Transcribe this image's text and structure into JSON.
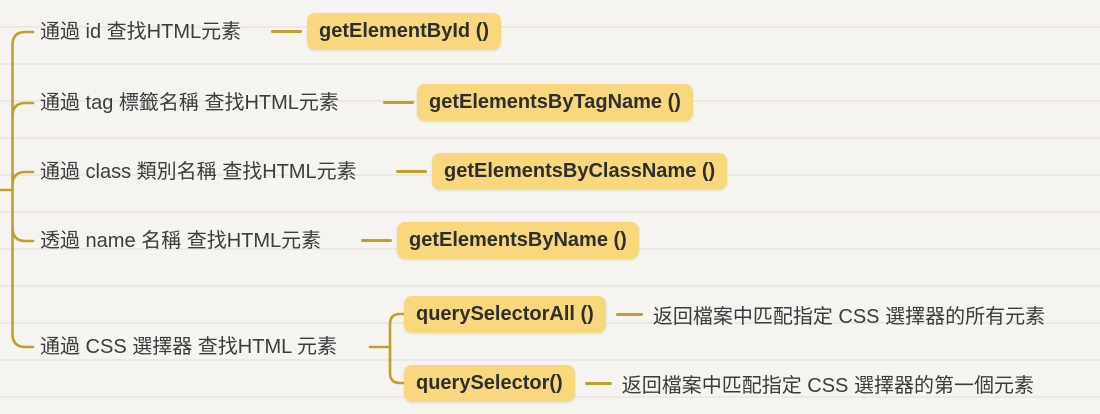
{
  "canvas": {
    "background_color": "#f5f4f1",
    "connector_color": "#bfa127",
    "node_background_color": "#f9d77c",
    "node_text_color": "#2d2e2e",
    "label_text_color": "#3c3c3c"
  },
  "branches": [
    {
      "label": "通過 id 查找HTML元素",
      "method": "getElementById ()"
    },
    {
      "label": "通過 tag 標籤名稱 查找HTML元素",
      "method": "getElementsByTagName ()"
    },
    {
      "label": "通過 class 類別名稱 查找HTML元素",
      "method": "getElementsByClassName ()"
    },
    {
      "label": "透過 name 名稱 查找HTML元素",
      "method": "getElementsByName ()"
    },
    {
      "label": "通過 CSS 選擇器 查找HTML 元素",
      "children": [
        {
          "method": "querySelectorAll ()",
          "description": "返回檔案中匹配指定 CSS 選擇器的所有元素"
        },
        {
          "method": "querySelector()",
          "description": "返回檔案中匹配指定 CSS 選擇器的第一個元素"
        }
      ]
    }
  ]
}
